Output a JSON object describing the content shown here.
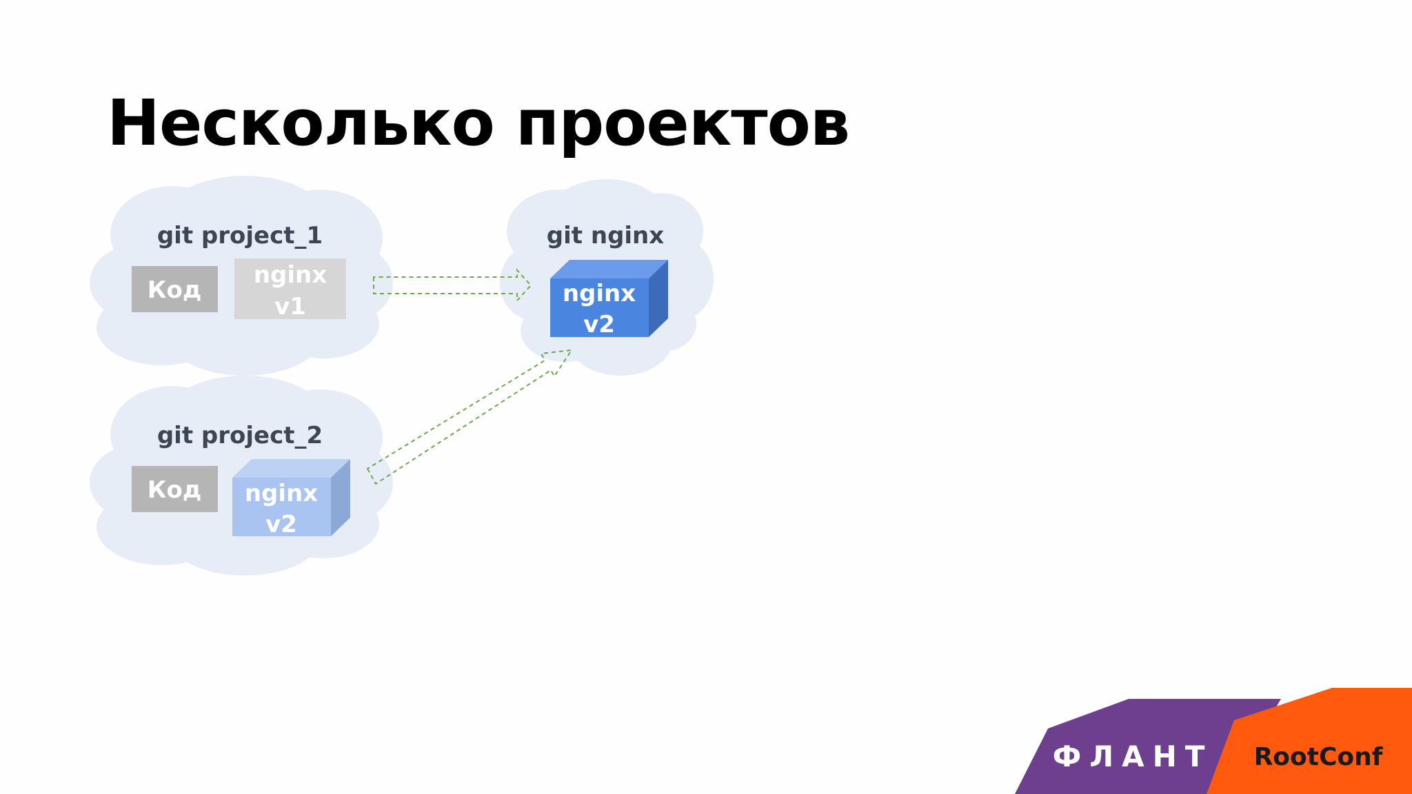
{
  "slide": {
    "title": "Несколько проектов"
  },
  "clouds": {
    "project_1": {
      "title": "git project_1",
      "code_box": "Код",
      "component_line1": "nginx",
      "component_line2": "v1"
    },
    "project_2": {
      "title": "git project_2",
      "code_box": "Код",
      "component_line1": "nginx",
      "component_line2": "v2"
    },
    "nginx_repo": {
      "title": "git nginx",
      "component_line1": "nginx",
      "component_line2": "v2"
    }
  },
  "logos": {
    "flant": "ФЛАНТ",
    "rootconf": "RootConf"
  },
  "colors": {
    "cloud_fill": "#e6edf6",
    "code_box": "#b5b5b5",
    "nginx_v1_box": "#d6d6d6",
    "nginx_v2_light": "#a9c4f0",
    "nginx_v2_dark": "#4a86e0",
    "arrow": "#6aa84f",
    "flant_purple": "#6d3f8e",
    "rootconf_orange": "#ff5a0e"
  }
}
